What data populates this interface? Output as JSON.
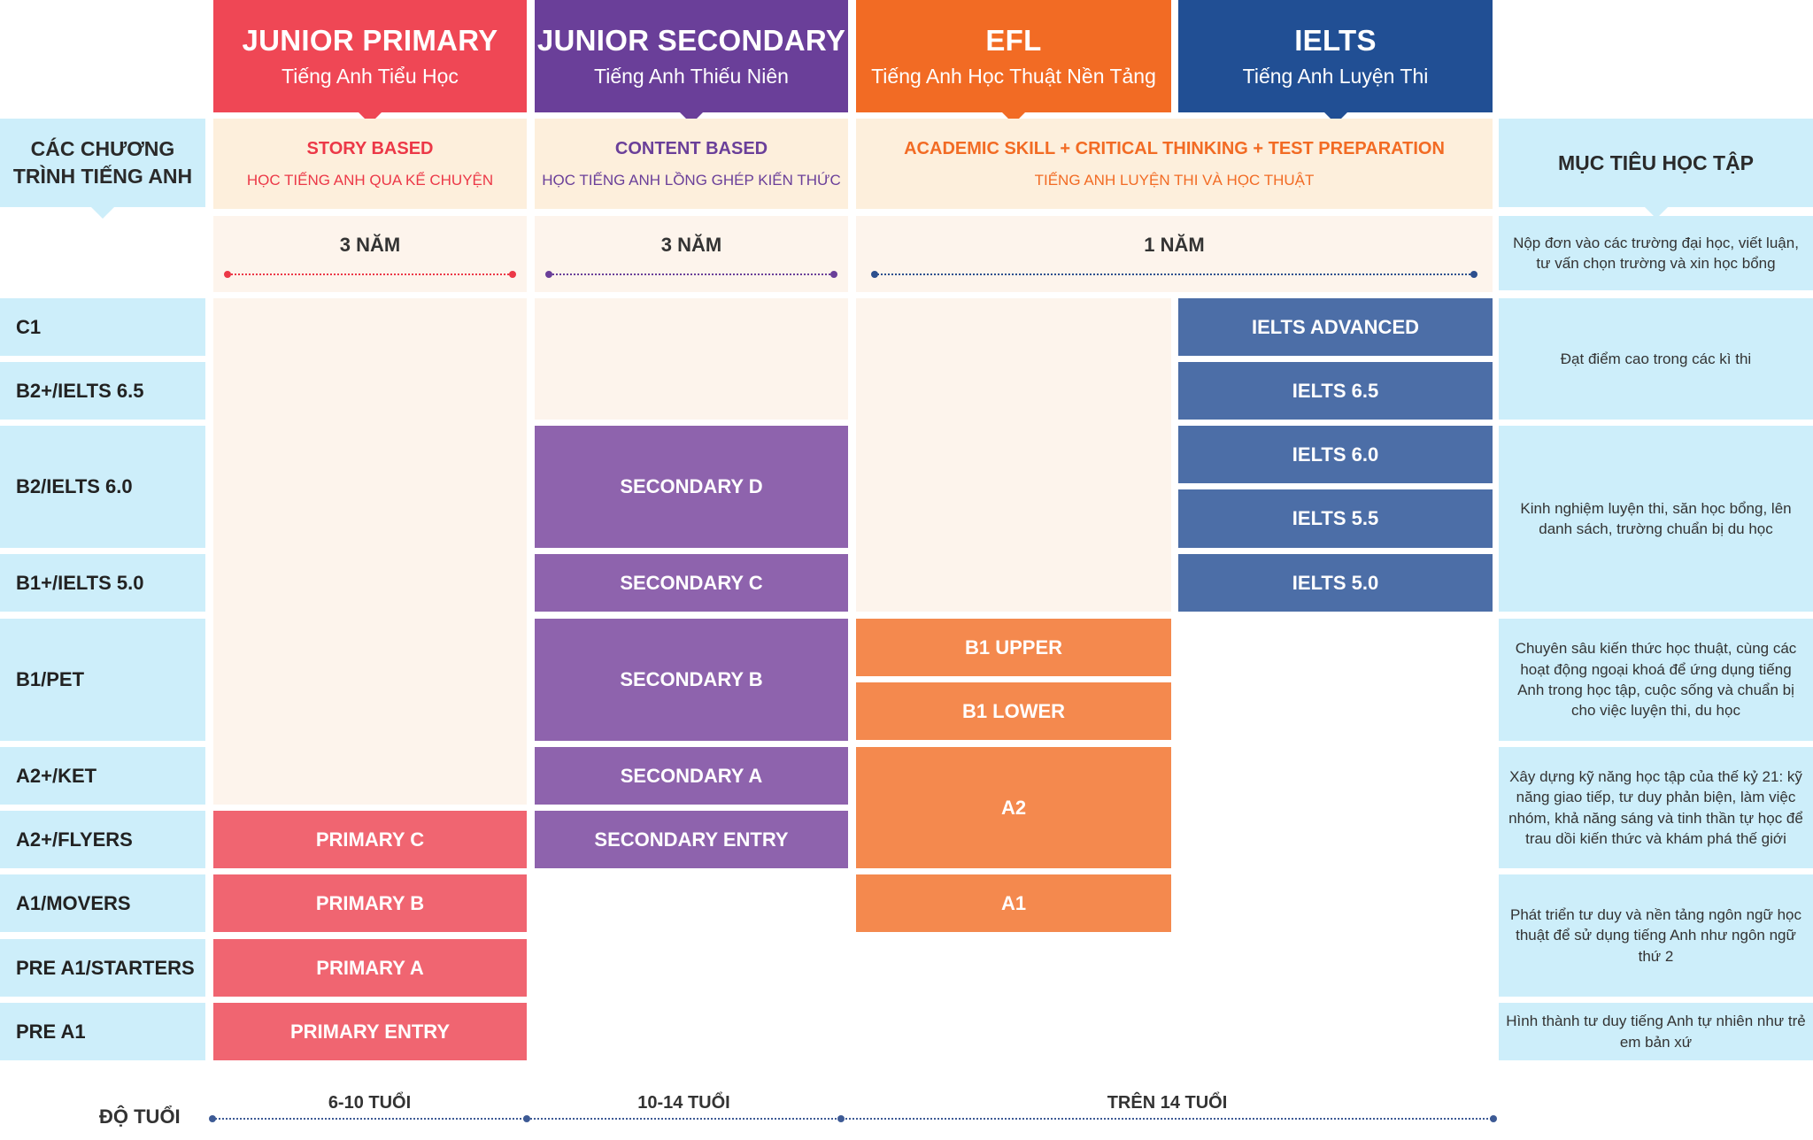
{
  "programs": [
    {
      "name": "JUNIOR PRIMARY",
      "sub": "Tiếng Anh Tiểu Học",
      "color": "#ef4755"
    },
    {
      "name": "JUNIOR SECONDARY",
      "sub": "Tiếng Anh Thiếu Niên",
      "color": "#6a3f99"
    },
    {
      "name": "EFL",
      "sub": "Tiếng Anh Học Thuật Nền Tảng",
      "color": "#f26b24"
    },
    {
      "name": "IELTS",
      "sub": "Tiếng Anh Luyện Thi",
      "color": "#214f94"
    }
  ],
  "left_header": [
    "CÁC CHƯƠNG",
    "TRÌNH TIẾNG ANH"
  ],
  "approaches": [
    {
      "title": "STORY BASED",
      "subtitle": "HỌC TIẾNG ANH QUA KỂ CHUYỆN",
      "color": "#ec3847"
    },
    {
      "title": "CONTENT BASED",
      "subtitle": "HỌC TIẾNG ANH LỒNG GHÉP KIẾN THỨC",
      "color": "#6a3f99"
    },
    {
      "title": "ACADEMIC SKILL + CRITICAL THINKING + TEST PREPARATION",
      "subtitle": "TIẾNG ANH LUYỆN THI VÀ HỌC THUẬT",
      "color": "#f26b24"
    }
  ],
  "durations": [
    {
      "label": "3 NĂM",
      "color": "#ec3847"
    },
    {
      "label": "3 NĂM",
      "color": "#6a3f99"
    },
    {
      "label": "1 NĂM",
      "color": "#2c4f8e"
    }
  ],
  "levels": [
    "C1",
    "B2+/IELTS 6.5",
    "B2/IELTS 6.0",
    "B1+/IELTS 5.0",
    "B1/PET",
    "A2+/KET",
    "A2+/FLYERS",
    "A1/MOVERS",
    "PRE A1/STARTERS",
    "PRE A1"
  ],
  "primary": [
    "PRIMARY C",
    "PRIMARY B",
    "PRIMARY A",
    "PRIMARY ENTRY"
  ],
  "secondary": [
    "SECONDARY D",
    "SECONDARY C",
    "SECONDARY B",
    "SECONDARY A",
    "SECONDARY ENTRY"
  ],
  "efl": [
    "B1 UPPER",
    "B1 LOWER",
    "A2",
    "A1"
  ],
  "ielts": [
    "IELTS ADVANCED",
    "IELTS 6.5",
    "IELTS 6.0",
    "IELTS 5.5",
    "IELTS 5.0"
  ],
  "goals_header": "MỤC TIÊU HỌC TẬP",
  "goals": [
    "Nộp đơn vào các trường đại học, viết luận, tư vấn chọn trường và xin học bổng",
    "Đạt điểm cao trong các kì thi",
    "Kinh nghiệm luyện thi, săn học bổng, lên danh sách, trường chuẩn bị du học",
    "Chuyên sâu kiến thức học thuật, cùng các hoạt động ngoại khoá để ứng dụng tiếng Anh trong học tập, cuộc sống và chuẩn bị cho việc luyện thi, du học",
    "Xây dựng kỹ năng học tập của thế kỷ 21: kỹ năng giao tiếp, tư duy phản biện, làm việc nhóm, khả năng sáng và tinh thần tự học để trau dồi kiến thức và khám phá thế giới",
    "Phát triển tư duy và nền tảng ngôn ngữ học thuật để sử dụng tiếng Anh như ngôn ngữ thứ 2",
    "Hình thành tư duy tiếng Anh tự nhiên như trẻ em bản xứ"
  ],
  "age_axis": {
    "label": "ĐỘ TUỔI",
    "ranges": [
      "6-10 TUỔI",
      "10-14 TUỔI",
      "TRÊN 14 TUỔI"
    ],
    "color": "#3d5a95"
  }
}
